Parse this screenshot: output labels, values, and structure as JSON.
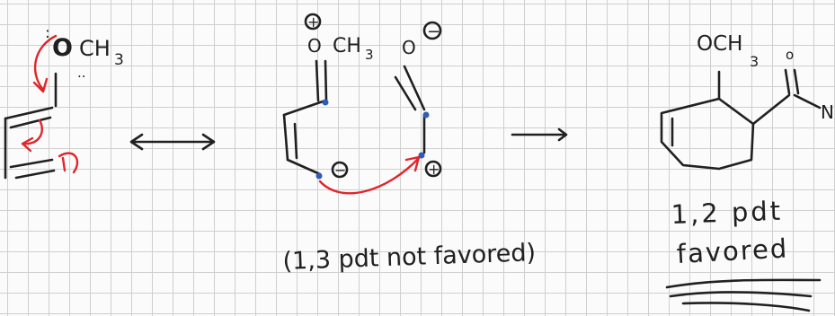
{
  "colors": {
    "ink": "#202020",
    "arrow": "#e0262b",
    "dot": "#2f5cb8",
    "grid": "#cfcfcf"
  },
  "structure_1": {
    "substituent": "OCH3",
    "substituent_parts": {
      "o": "O",
      "ch": "CH",
      "sub": "3"
    },
    "lone_pair_label": ":"
  },
  "structure_2": {
    "left_group": "O CH3",
    "left_group_parts": {
      "o": "O",
      "ch": "CH",
      "sub": "3"
    },
    "right_group": "O",
    "positive_charge": "+",
    "negative_charge": "−",
    "negative_charge_ring": "−",
    "positive_charge_ring": "+"
  },
  "structure_3": {
    "substituent": "OCH3",
    "substituent_parts": {
      "o": "OCH",
      "sub": "3"
    },
    "carbonyl_o": "o",
    "cut_label": "N"
  },
  "notes": {
    "not_favored": "(1,3 pdt not favored)",
    "favored_line1": "1,2 pdt",
    "favored_line2": "favored"
  }
}
